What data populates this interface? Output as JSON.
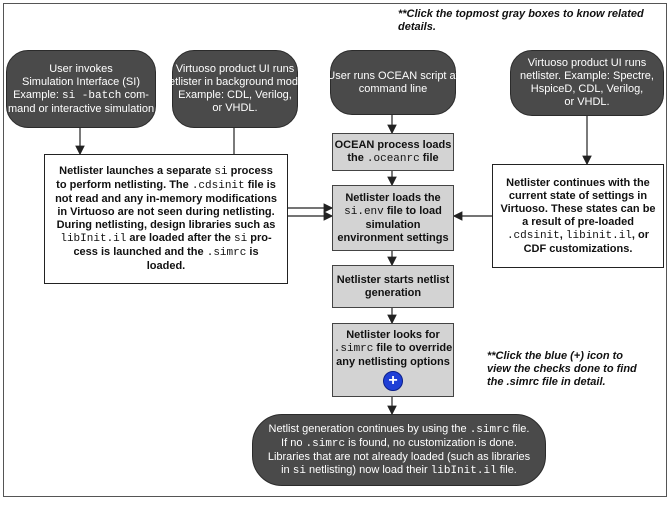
{
  "notes": {
    "top": "**Click the topmost gray boxes to know related details.",
    "side_1": "**Click the blue (+) icon to",
    "side_2": "view the checks done to find",
    "side_3": "the .simrc file in detail."
  },
  "start_nodes": {
    "si": {
      "line1": "User invokes",
      "line2": "Simulation Interface (SI)",
      "line3_pre": "Example: ",
      "line3_code": "si -batch",
      "line3_post": " com-",
      "line4": "mand or interactive simulation"
    },
    "bg": {
      "line1": "Virtuoso product UI runs",
      "line2": "netlister in background mode.",
      "line3": "Example: CDL, Verilog,",
      "line4": "or VHDL."
    },
    "ocean": {
      "line1": "User runs OCEAN script at",
      "line2": "command line"
    },
    "ui": {
      "line1": "Virtuoso product UI runs",
      "line2": "netlister. Example: Spectre,",
      "line3": "HspiceD, CDL, Verilog,",
      "line4": "or VHDL."
    }
  },
  "process_steps": {
    "ocean_loads": {
      "line1": "OCEAN process loads",
      "line2_pre": "the ",
      "line2_code": ".oceanrc",
      "line2_post": " file"
    },
    "netlister_loads": {
      "line1": "Netlister loads the",
      "line2_code": "si.env",
      "line2_post": " file to load",
      "line3": "simulation",
      "line4": "environment settings"
    },
    "netlist_start": {
      "line1": "Netlister starts netlist",
      "line2": "generation"
    },
    "simrc_lookup": {
      "line1": "Netlister looks for",
      "line2_code": ".simrc",
      "line2_post": " file to override",
      "line3": "any netlisting options",
      "plus": "+"
    }
  },
  "side_boxes": {
    "si_process": {
      "l1_pre": "Netlister launches a separate ",
      "l1_code": "si",
      "l1_post": " process",
      "l2_pre": "to perform netlisting. The ",
      "l2_code": ".cdsinit",
      "l2_post": " file is",
      "l3": "not read and any in-memory modifications",
      "l4": "in Virtuoso are not seen during netlisting.",
      "l5": "During netlisting, design libraries such as",
      "l6_code": "libInit.il",
      "l6_mid": " are loaded after the ",
      "l6_code2": "si",
      "l6_post": " pro-",
      "l7_pre": "cess is launched and the ",
      "l7_code": ".simrc",
      "l7_post": " is",
      "l8": "loaded."
    },
    "current_state": {
      "l1": "Netlister continues with the",
      "l2": "current state of settings in",
      "l3": "Virtuoso. These states can be",
      "l4": "a result of pre-loaded",
      "l5_code": ".cdsinit",
      "l5_mid": ", ",
      "l5_code2": "libinit.il",
      "l5_post": ", or",
      "l6": "CDF customizations."
    }
  },
  "end_node": {
    "l1_pre": "Netlist generation continues by using the ",
    "l1_code": ".simrc",
    "l1_post": " file.",
    "l2_pre": "If no ",
    "l2_code": ".simrc",
    "l2_post": " is found, no customization is done.",
    "l3": "Libraries that are not already loaded (such as libraries",
    "l4_pre": "in ",
    "l4_code": "si",
    "l4_mid": " netlisting) now load their ",
    "l4_code2": "libInit.il",
    "l4_post": " file."
  },
  "colors": {
    "dark_node": "#4a4a4a",
    "process_box": "#d3d3d3",
    "plus_button": "#1f3fd6"
  }
}
